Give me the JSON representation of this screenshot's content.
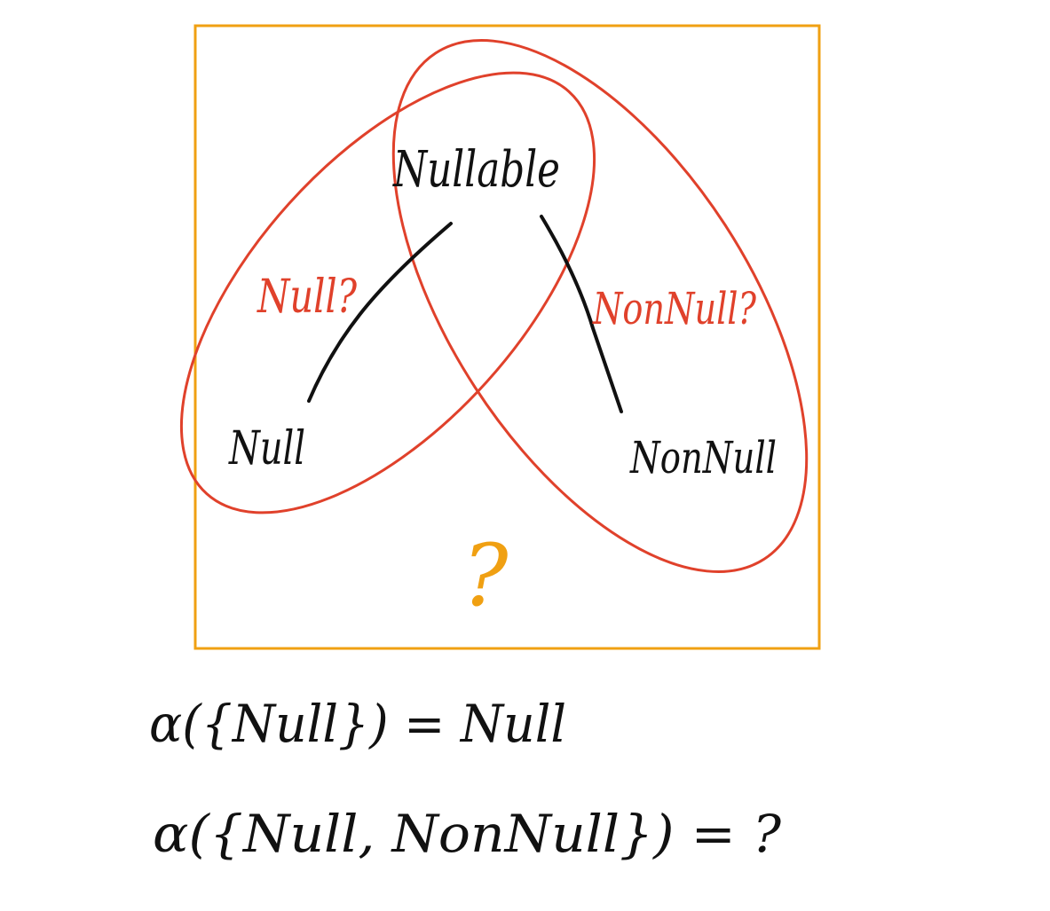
{
  "colors": {
    "box": "#f0a012",
    "ellipse": "#e0412b",
    "edge": "#111111",
    "question": "#f0a012"
  },
  "nodes": {
    "top": "Nullable",
    "left": "Null",
    "right": "NonNull"
  },
  "edge_labels": {
    "left": "Null?",
    "right": "NonNull?"
  },
  "box_question": "?",
  "equations": [
    "α({Null}) = Null",
    "α({Null, NonNull}) = ?"
  ]
}
